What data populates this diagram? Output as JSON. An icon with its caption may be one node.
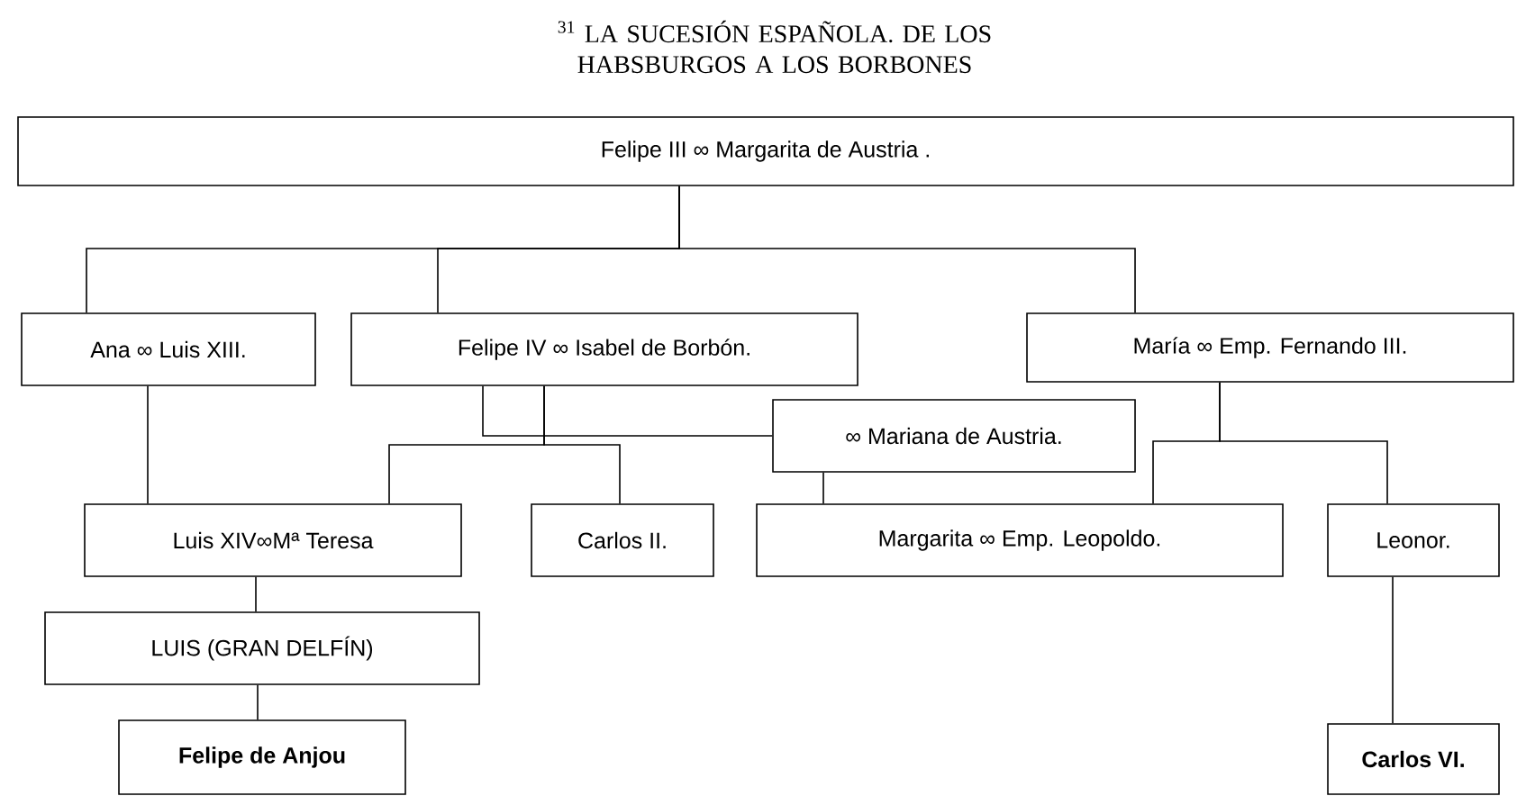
{
  "diagram": {
    "title": "$^{31}$ LA SUCESIÓN ESPAÑOLA. DE LOS HABSBURGOS A LOS BORBONES",
    "nodes": [
      {
        "text": [
          "Felipe III ∞ Margarita de Austria ."
        ]
      },
      {
        "text": [
          "Ana ∞ Luis XIII."
        ]
      },
      {
        "text": [
          "Felipe IV ∞ Isabel de Borbón."
        ]
      },
      {
        "text": [
          "María ∞ Emp. Fernando III."
        ]
      },
      {
        "text": [
          "∞ Mariana de Austria."
        ]
      },
      {
        "text": [
          "Luis XIV∞Mª Teresa"
        ]
      },
      {
        "text": [
          "Carlos II."
        ]
      },
      {
        "text": [
          "Margarita ∞ Emp. Leopoldo."
        ]
      },
      {
        "text": [
          "Leonor."
        ]
      },
      {
        "text": [
          "LUIS (GRAN DELFÍN)"
        ]
      },
      {
        "text": [
          "Felipe de Anjou"
        ]
      },
      {
        "text": [
          "Carlos VI."
        ]
      }
    ],
    "edges": [
      {
        "from": 0,
        "to": 1,
        "arrow": "none"
      },
      {
        "from": 0,
        "to": 2,
        "arrow": "none"
      },
      {
        "from": 0,
        "to": 3,
        "arrow": "none"
      },
      {
        "from": 1,
        "to": 5,
        "arrow": "none"
      },
      {
        "from": 2,
        "to": 4,
        "arrow": "none"
      },
      {
        "from": 2,
        "to": 5,
        "arrow": "none"
      },
      {
        "from": 2,
        "to": 6,
        "arrow": "none"
      },
      {
        "from": 4,
        "to": 7,
        "arrow": "none"
      },
      {
        "from": 3,
        "to": 7,
        "arrow": "none"
      },
      {
        "from": 3,
        "to": 8,
        "arrow": "none"
      },
      {
        "from": 5,
        "to": 9,
        "arrow": "none"
      },
      {
        "from": 9,
        "to": 10,
        "arrow": "none"
      },
      {
        "from": 8,
        "to": 11,
        "arrow": "none"
      }
    ]
  }
}
